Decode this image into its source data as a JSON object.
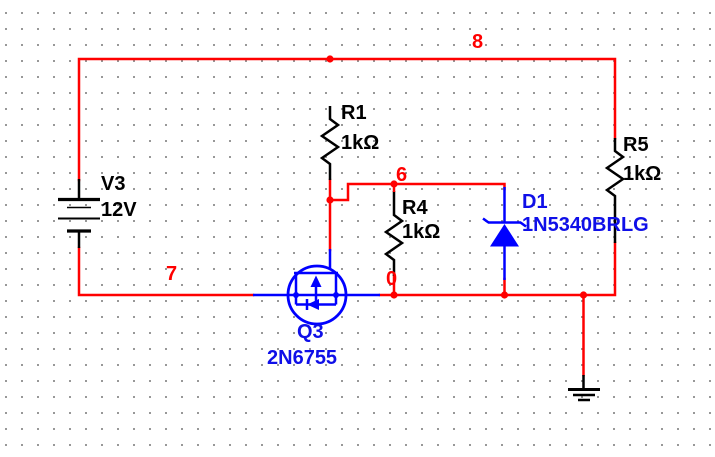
{
  "canvas": {
    "background": "#ffffff",
    "grid_dot_color": "#848484"
  },
  "colors": {
    "net_wire_red": "#ff0000",
    "component_blue": "#0f0fe8",
    "component_black": "#000000"
  },
  "net_labels": {
    "n8": "8",
    "n7": "7",
    "n6": "6",
    "n0": "0"
  },
  "components": {
    "v3": {
      "ref": "V3",
      "value": "12V"
    },
    "r1": {
      "ref": "R1",
      "value": "1kΩ"
    },
    "r4": {
      "ref": "R4",
      "value": "1kΩ"
    },
    "r5": {
      "ref": "R5",
      "value": "1kΩ"
    },
    "d1": {
      "ref": "D1",
      "value": "1N5340BRLG"
    },
    "q3": {
      "ref": "Q3",
      "value": "2N6755"
    }
  }
}
